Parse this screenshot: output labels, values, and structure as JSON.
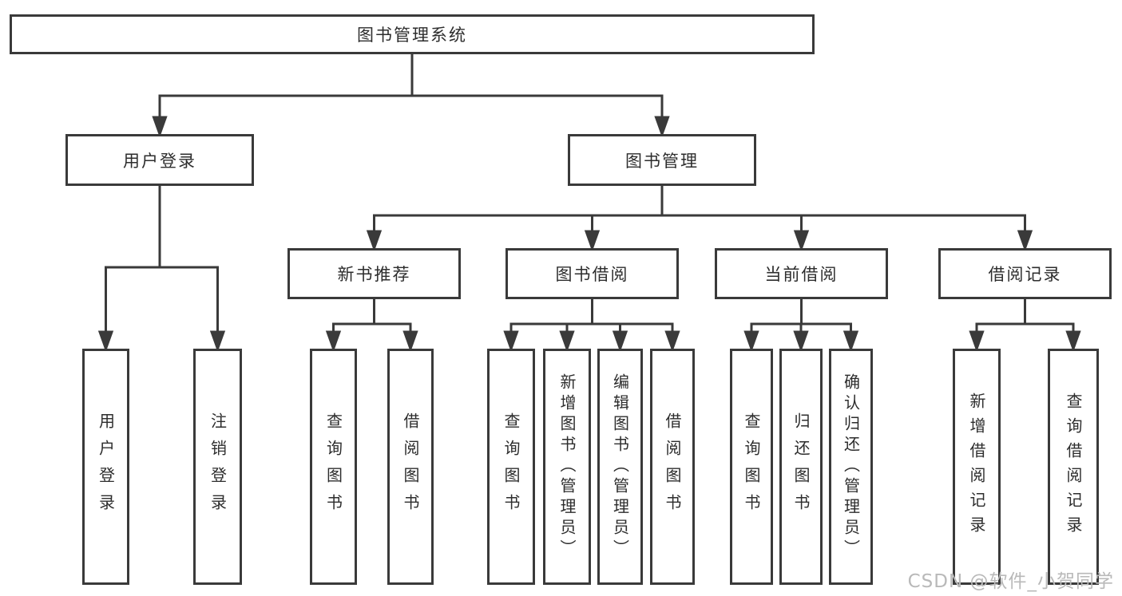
{
  "diagram": {
    "colors": {
      "line": "#3a3a3a",
      "box_border": "#3a3a3a",
      "text": "#2d2d2d",
      "background": "#ffffff",
      "watermark": "#b9b9b9"
    },
    "tree": {
      "label": "图书管理系统",
      "children": [
        {
          "label": "用户登录",
          "children": [
            {
              "label": "用户登录"
            },
            {
              "label": "注销登录"
            }
          ]
        },
        {
          "label": "图书管理",
          "children": [
            {
              "label": "新书推荐",
              "children": [
                {
                  "label": "查询图书"
                },
                {
                  "label": "借阅图书"
                }
              ]
            },
            {
              "label": "图书借阅",
              "children": [
                {
                  "label": "查询图书"
                },
                {
                  "label": "新增图书（管理员）"
                },
                {
                  "label": "编辑图书（管理员）"
                },
                {
                  "label": "借阅图书"
                }
              ]
            },
            {
              "label": "当前借阅",
              "children": [
                {
                  "label": "查询图书"
                },
                {
                  "label": "归还图书"
                },
                {
                  "label": "确认归还（管理员）"
                }
              ]
            },
            {
              "label": "借阅记录",
              "children": [
                {
                  "label": "新增借阅记录"
                },
                {
                  "label": "查询借阅记录"
                }
              ]
            }
          ]
        }
      ]
    },
    "watermark": {
      "text": "CSDN @软件_小贺同学"
    }
  }
}
